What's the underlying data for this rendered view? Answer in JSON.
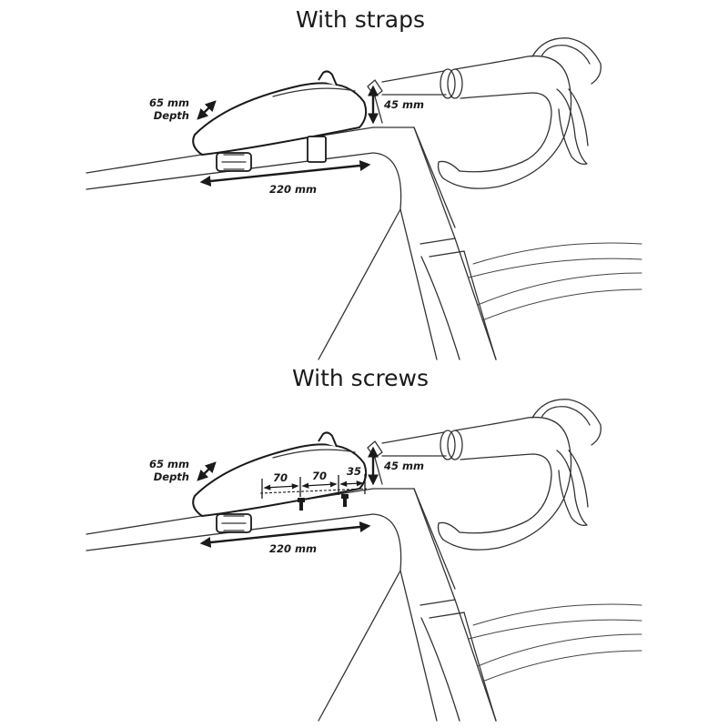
{
  "colors": {
    "line": "#333333",
    "ink": "#1a1a1a",
    "background": "#ffffff"
  },
  "top": {
    "title": "With straps",
    "depth_value": "65 mm",
    "depth_label": "Depth",
    "height_label": "45 mm",
    "length_label": "220 mm"
  },
  "bottom": {
    "title": "With screws",
    "depth_value": "65 mm",
    "depth_label": "Depth",
    "height_label": "45 mm",
    "length_label": "220 mm",
    "spacing": [
      "70",
      "70",
      "35"
    ]
  }
}
